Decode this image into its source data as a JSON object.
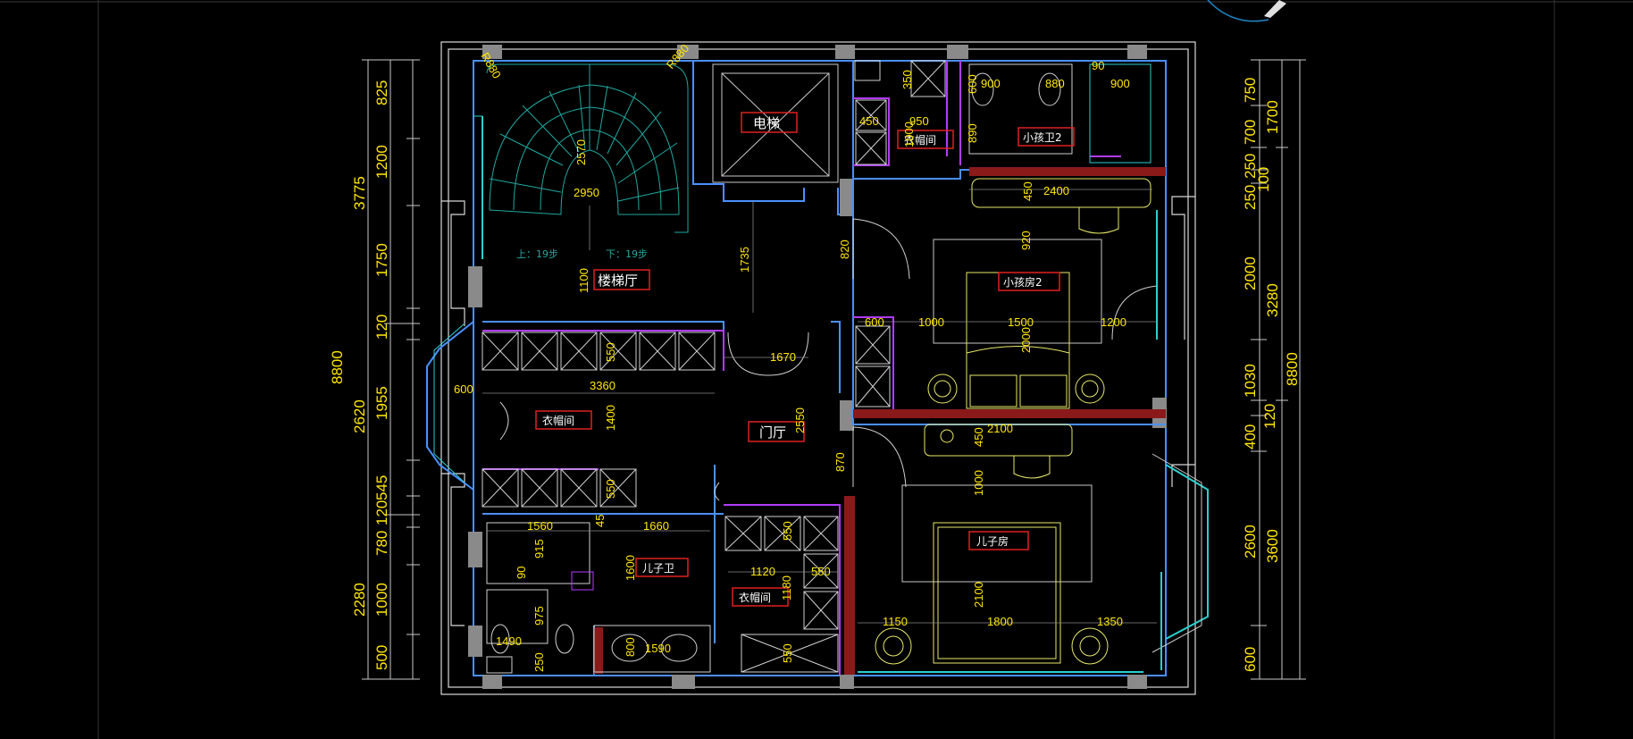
{
  "rooms": {
    "stair_hall": "楼梯厅",
    "elevator": "电梯",
    "cloakroom_top": "衣帽间",
    "child_bath2": "小孩卫2",
    "child_room2": "小孩房2",
    "cloakroom_mid": "衣帽间",
    "foyer": "门厅",
    "son_bath": "儿子卫",
    "cloakroom_bottom": "衣帽间",
    "son_room": "儿子房"
  },
  "stairs": {
    "up": "上：19步",
    "down": "下：19步"
  },
  "left_dims_outer": [
    "3775",
    "8800",
    "2620",
    "2280"
  ],
  "left_dims_inner": [
    "825",
    "1200",
    "1750",
    "120",
    "1955",
    "545",
    "120",
    "780",
    "1000",
    "500"
  ],
  "right_dims_inner": [
    "750",
    "700",
    "250",
    "100",
    "2000",
    "1030",
    "120",
    "400",
    "2600",
    "600"
  ],
  "right_dims_outer": [
    "1700",
    "250",
    "3280",
    "8800",
    "3600"
  ],
  "interior_dims": {
    "stair_depth": "2570",
    "stair_width": "2950",
    "hall_depth": "1100",
    "corridor_depth": "1735",
    "stair_r_left": "R880",
    "stair_r_right": "R880",
    "closet_depth_top": "550",
    "cloak_width": "3360",
    "cloak_height": "1400",
    "cloak_left": "600",
    "closet_depth_bot": "550",
    "foyer_width": "1670",
    "foyer_height": "2550",
    "door_width": "820",
    "door_870": "870",
    "bath_w1": "1560",
    "bath_w2": "1660",
    "bath_h": "1600",
    "bath_915": "915",
    "bath_975": "975",
    "bath_90": "90",
    "bath_1490": "1490",
    "bath_1590": "1590",
    "bath_250": "250",
    "bath_800": "800",
    "bath_45": "45",
    "cloak_b_1120": "1120",
    "cloak_b_550a": "550",
    "cloak_b_550b": "550",
    "cloak_b_550c": "550",
    "cloak_b_1180": "1180",
    "cb2_900a": "900",
    "cb2_880": "880",
    "cb2_900b": "900",
    "cb2_600": "600",
    "cb2_890": "890",
    "cb2_90": "90",
    "ct_350": "350",
    "ct_450": "450",
    "ct_950": "950",
    "ct_1000": "1000",
    "cr2_450": "450",
    "cr2_2400": "2400",
    "cr2_920": "920",
    "cr2_600": "600",
    "cr2_1000": "1000",
    "cr2_1500": "1500",
    "cr2_1200": "1200",
    "cr2_2000": "2000",
    "sr_2100": "2100",
    "sr_450": "450",
    "sr_1000": "1000",
    "sr_1150": "1150",
    "sr_1800": "1800",
    "sr_1350": "1350",
    "sr_bed": "2100"
  }
}
